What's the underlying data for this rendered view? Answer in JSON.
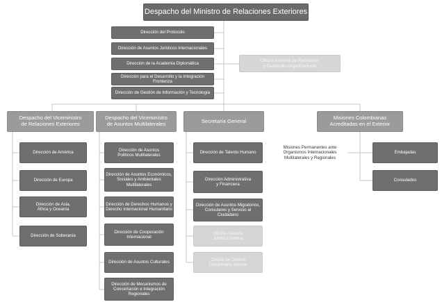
{
  "title": "Despacho del Ministro de Relaciones Exteriores",
  "ministro_units": [
    "Dirección del Protocolo",
    "Dirección de Asuntos Jurídicos Internacionales",
    "Dirección de la Academia Diplomática",
    "Dirección para el Desarrollo y la Integración Fronteriza",
    "Dirección de Gestión de Información y Tecnología"
  ],
  "oficina_asesora": "Oficina Asesora de Planeación\ny Desarrollo Organizacional",
  "branches": [
    {
      "label": "Despacho del Viceministro\nde Relaciones Exteriores",
      "units": [
        "Dirección de América",
        "Dirección de Europa",
        "Dirección de Asia,\nÁfrica y Oceanía",
        "Dirección de Soberanía"
      ]
    },
    {
      "label": "Despacho del Viceministro\nde Asuntos Multilaterales",
      "units": [
        "Dirección de Asuntos\nPolíticos Multilaterales",
        "Dirección de Asuntos Económicos,\nSociales y Ambientales\nMultilaterales",
        "Dirección de Derechos Humanos y\nDerecho Internacional Humanitario",
        "Dirección de Cooperación\nInternacional",
        "Dirección de Asuntos Culturales",
        "Dirección de Mecanismos de\nConcertación e Integración\nRegionales"
      ]
    },
    {
      "label": "Secretaría General",
      "units": [
        "Dirección de Talento Humano",
        "Dirección Administrativa\ny Financiera",
        "Dirección de Asuntos Migratorios,\nConsulares y Servicio al Ciudadano"
      ],
      "advisory_units": [
        "Oficina Asesora\nJurídica Interna",
        "Oficina de Control\nDisciplinario Interno"
      ]
    },
    {
      "label": "Misiones Colombianas\nAcreditadas en el Exterior",
      "permanent_missions": "Misiones Permanentes ante\nOrganismos Internacionales\nMultilaterales y Regionales",
      "units": [
        "Embajadas",
        "Consulados"
      ]
    }
  ]
}
